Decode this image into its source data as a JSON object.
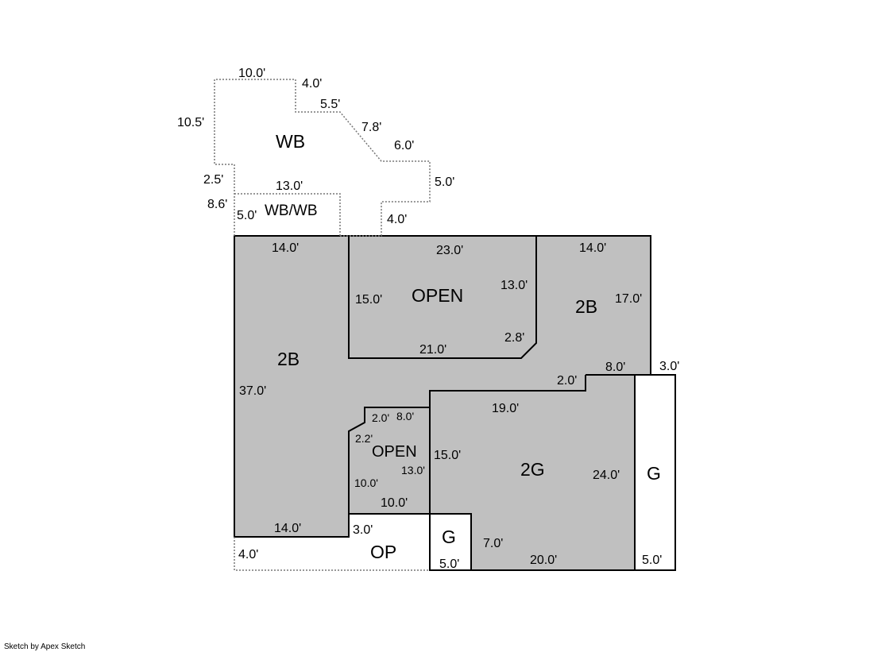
{
  "colors": {
    "living_fill": "#c0c0c0",
    "outline": "#000000",
    "background": "#ffffff"
  },
  "rooms": [
    {
      "id": "wb",
      "label": "WB"
    },
    {
      "id": "wbwb",
      "label": "WB/WB"
    },
    {
      "id": "main-2b",
      "label": "2B"
    },
    {
      "id": "open-top",
      "label": "OPEN"
    },
    {
      "id": "right-2b",
      "label": "2B"
    },
    {
      "id": "open-small",
      "label": "OPEN"
    },
    {
      "id": "garage-2g",
      "label": "2G"
    },
    {
      "id": "garage-g-right",
      "label": "G"
    },
    {
      "id": "garage-g-small",
      "label": "G"
    },
    {
      "id": "porch-op",
      "label": "OP"
    }
  ],
  "dimensions": [
    "10.0'",
    "4.0'",
    "5.5'",
    "7.8'",
    "6.0'",
    "5.0'",
    "4.0'",
    "10.5'",
    "2.5'",
    "13.0'",
    "8.6'",
    "5.0'",
    "14.0'",
    "23.0'",
    "14.0'",
    "15.0'",
    "13.0'",
    "17.0'",
    "2.8'",
    "21.0'",
    "37.0'",
    "8.0'",
    "3.0'",
    "2.0'",
    "19.0'",
    "2.0'",
    "8.0'",
    "2.2'",
    "15.0'",
    "13.0'",
    "10.0'",
    "10.0'",
    "24.0'",
    "14.0'",
    "3.0'",
    "7.0'",
    "4.0'",
    "5.0'",
    "20.0'",
    "5.0'"
  ],
  "footer": "Sketch by Apex Sketch"
}
